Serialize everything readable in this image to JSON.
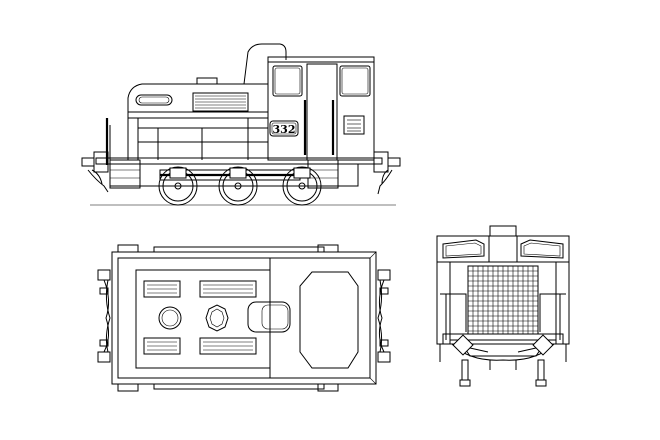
{
  "drawing": {
    "locomotive_number": "332",
    "views": [
      "side-elevation",
      "plan-view",
      "front-elevation"
    ],
    "line_color": "#000000",
    "background_color": "#ffffff"
  }
}
